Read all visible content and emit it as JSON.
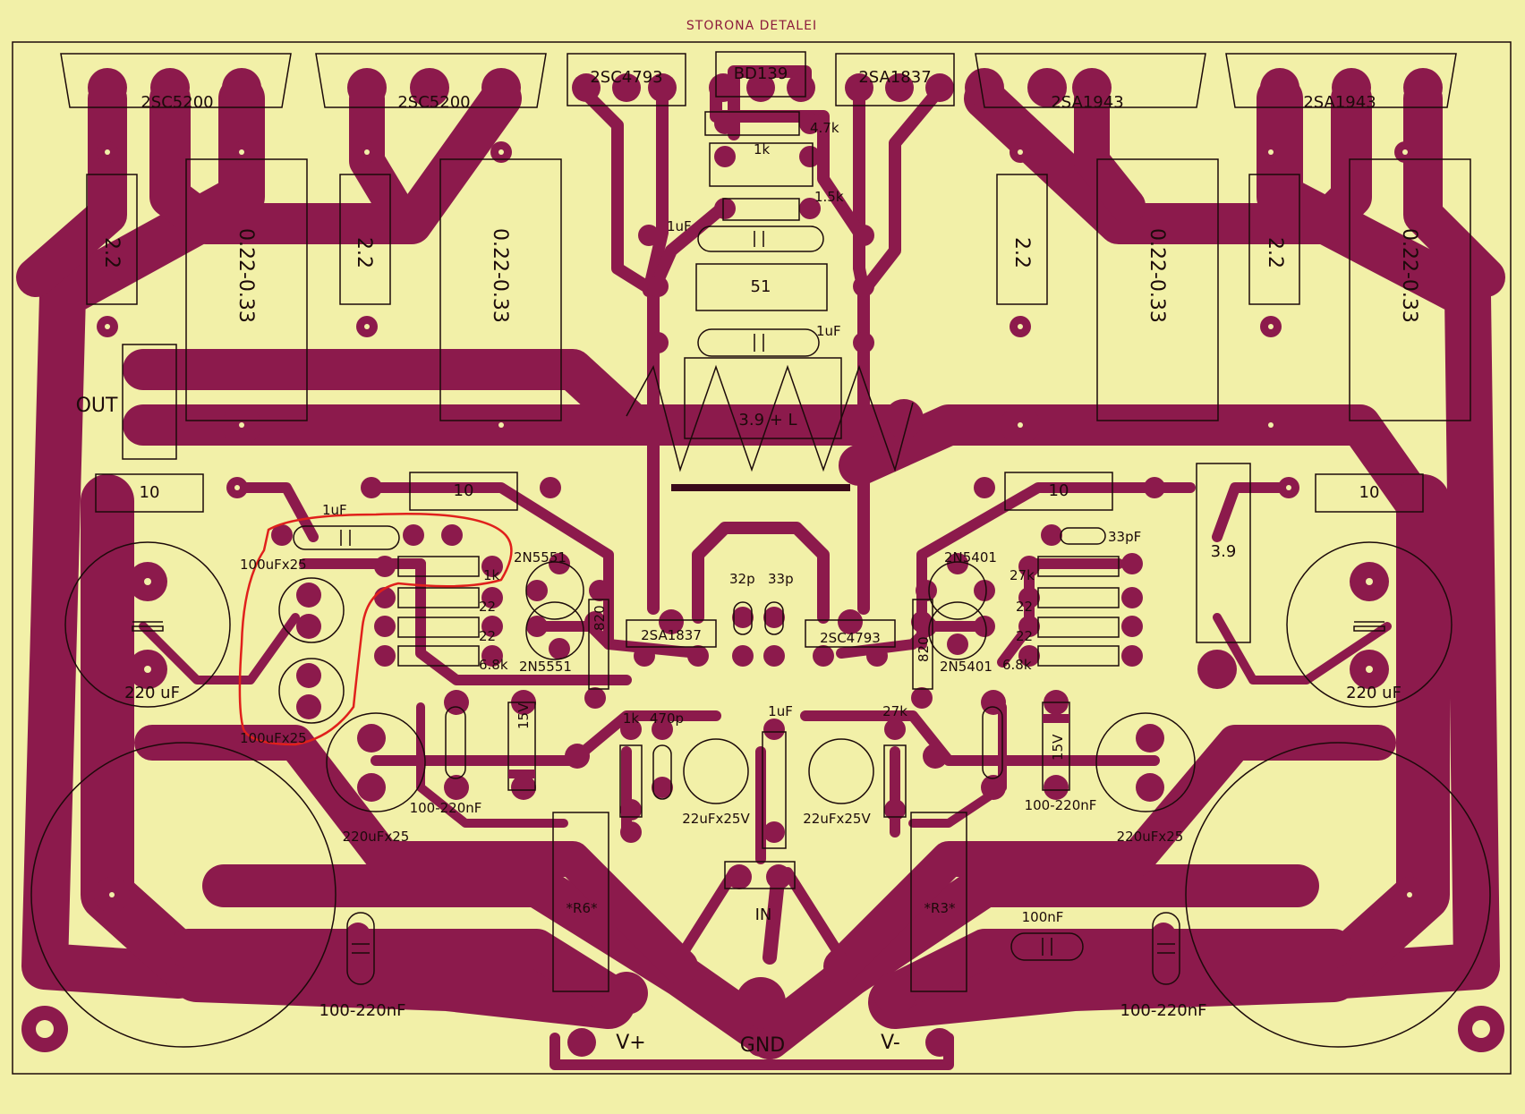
{
  "title": "STORONA DETALEI",
  "colors": {
    "background": "#f2f0a8",
    "copper": "#8c1a4c",
    "silk": "#1c0a0a",
    "highlight": "#e0201c"
  },
  "labels": {
    "q1": "2SC5200",
    "q2": "2SC5200",
    "q3": "2SC4793",
    "q4": "BD139",
    "q5": "2SA1837",
    "q6": "2SA1943",
    "q7": "2SA1943",
    "r22a": "2.2",
    "r22b": "2.2",
    "r22c": "2.2",
    "r22d": "2.2",
    "r033a": "0.22-0.33",
    "r033b": "0.22-0.33",
    "r033c": "0.22-0.33",
    "r033d": "0.22-0.33",
    "r47k": "4.7k",
    "r1k_top": "1k",
    "r15k": "1.5k",
    "c1uf_top": "1uF",
    "r51": "51",
    "c1uf_mid": "1uF",
    "out": "OUT",
    "coil": "3.9 + L",
    "r10a": "10",
    "r10b": "10",
    "r10c": "10",
    "r10d": "10",
    "c1uf_l": "1uF",
    "c100a": "100uFx25",
    "c100b": "100uFx25",
    "r1k_l": "1k",
    "r22_l1": "22",
    "r22_l2": "22",
    "r68k_l": "6.8k",
    "q_2n5551a": "2N5551",
    "q_2n5551b": "2N5551",
    "c32p": "32p",
    "c33p": "33p",
    "q_2sa1837b": "2SA1837",
    "q_2sc4793b": "2SC4793",
    "r820a": "820",
    "r820b": "820",
    "q_2n5401a": "2N5401",
    "q_2n5401b": "2N5401",
    "c33pf": "33pF",
    "r27k_r": "27k",
    "r22_r1": "22",
    "r22_r2": "22",
    "r68k_r": "6.8k",
    "r39_r": "3.9",
    "c220_l": "220 uF",
    "c220_r": "220 uF",
    "r1k_b": "1k",
    "c470p": "470p",
    "c1uf_b": "1uF",
    "r27k_b": "27k",
    "z15v_l": "15V",
    "z15v_r": "15V",
    "c220x25_l": "220uFx25",
    "c220x25_r": "220uFx25",
    "c100nf_l": "100-220nF",
    "c100nf_r": "100-220nF",
    "c22a": "22uFx25V",
    "c22b": "22uFx25V",
    "r6": "*R6*",
    "r3": "*R3*",
    "in": "IN",
    "c100nf": "100nF",
    "c100_220_l": "100-220nF",
    "c100_220_r": "100-220nF",
    "vplus": "V+",
    "gnd": "GND",
    "vminus": "V-"
  }
}
